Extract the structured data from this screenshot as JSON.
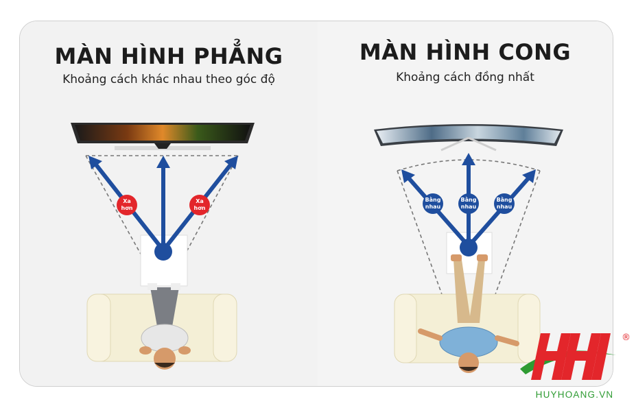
{
  "left_panel": {
    "title": "MÀN HÌNH PHẲNG",
    "subtitle": "Khoảng cách khác nhau theo góc độ",
    "badges": [
      {
        "line1": "Xa",
        "line2": "hơn"
      },
      {
        "line1": "Xa",
        "line2": "hơn"
      }
    ],
    "badge_color": "#e3262b",
    "arrow_color": "#1f4e9e"
  },
  "right_panel": {
    "title": "MÀN HÌNH CONG",
    "subtitle": "Khoảng cách đồng nhất",
    "badges": [
      {
        "line1": "Bằng",
        "line2": "nhau"
      },
      {
        "line1": "Bằng",
        "line2": "nhau"
      },
      {
        "line1": "Bằng",
        "line2": "nhau"
      }
    ],
    "badge_color": "#1f4e9e",
    "arrow_color": "#1f4e9e"
  },
  "watermark": {
    "brand": "HUYHOANG.VN",
    "registered_mark": "®",
    "logo_color": "#e3262b",
    "swoosh_color": "#2e9b32"
  }
}
